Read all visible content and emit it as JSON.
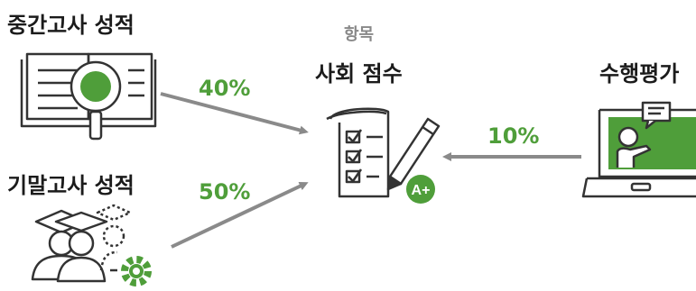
{
  "labels": {
    "midterm": "중간고사 성적",
    "final": "기말고사 성적",
    "item_caption": "항목",
    "total": "사회 점수",
    "performance": "수행평가"
  },
  "percentages": {
    "midterm": "40%",
    "final": "50%",
    "performance": "10%"
  },
  "grade_badge": "A+",
  "colors": {
    "accent_green": "#4f9e3a",
    "arrow_gray": "#8a8a8a",
    "line_dark": "#333333"
  },
  "icons": [
    "book-magnifier-icon",
    "graduates-gear-icon",
    "clipboard-pencil-icon",
    "laptop-teacher-icon"
  ]
}
